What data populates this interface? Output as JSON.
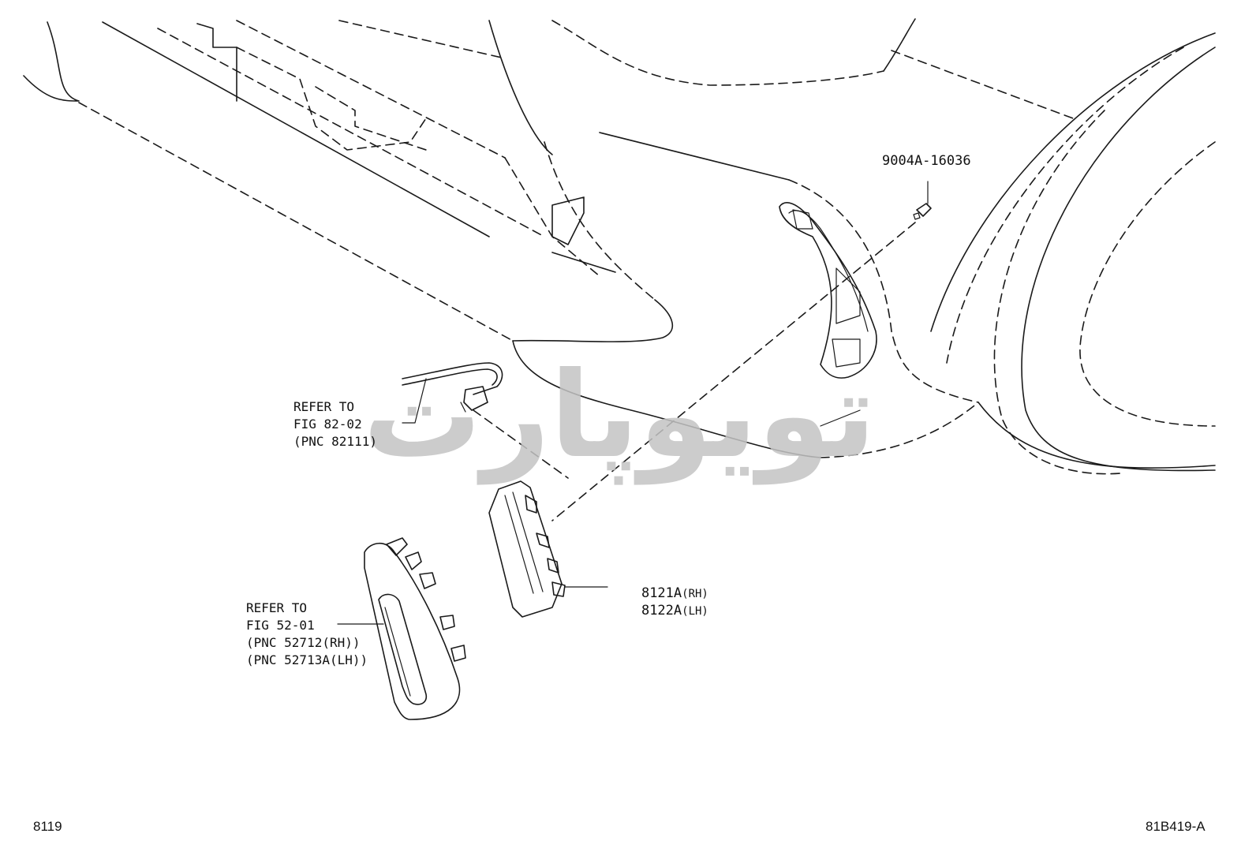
{
  "callouts": {
    "screw": {
      "part_no": "9004A-16036"
    },
    "lamp": {
      "line1_part": "8121A",
      "line1_side": "(RH)",
      "line2_part": "8122A",
      "line2_side": "(LH)"
    },
    "refer_wire": {
      "line1": "REFER TO",
      "line2": "FIG 82-02",
      "line3": "(PNC 82111)"
    },
    "refer_bezel": {
      "line1": "REFER TO",
      "line2": "FIG 52-01",
      "line3": "(PNC 52712(RH))",
      "line4": "(PNC 52713A(LH))"
    }
  },
  "footer": {
    "figure_no": "8119",
    "illustration_id": "81B419-A"
  },
  "watermark": {
    "text": "تویوپارت"
  },
  "colors": {
    "line": "#1a1a1a",
    "watermark": "#c4c4c4",
    "background": "#ffffff"
  }
}
